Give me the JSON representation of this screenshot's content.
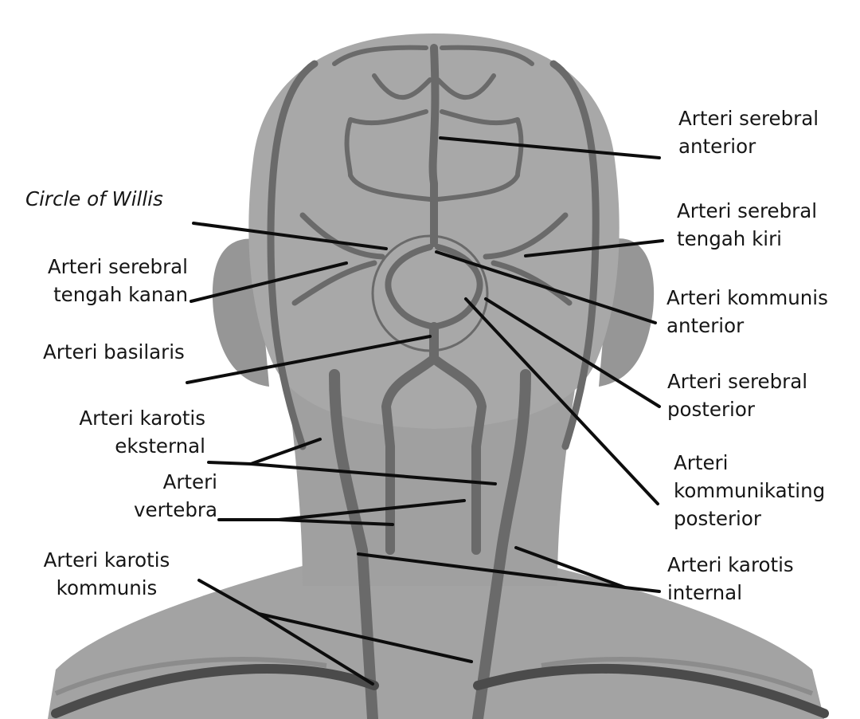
{
  "palette": {
    "head": "#a7a7a7",
    "head_light": "#b4b4b4",
    "neck_shade": "#9c9c9c",
    "ear": "#979797",
    "vessel": "#6a6a6a",
    "vessel_dark": "#4b4b4b",
    "leader": "#0d0d0d",
    "text": "#161616"
  },
  "labels": {
    "anterior_cerebral": [
      "Arteri serebral",
      "anterior"
    ],
    "circle_of_willis": "Circle of Willis",
    "middle_cerebral_left": [
      "Arteri serebral",
      "tengah kiri"
    ],
    "middle_cerebral_right": [
      "Arteri serebral",
      "tengah kanan"
    ],
    "anterior_communicating": [
      "Arteri kommunis",
      "anterior"
    ],
    "basilar": "Arteri basilaris",
    "posterior_cerebral": [
      "Arteri serebral",
      "posterior"
    ],
    "external_carotid": [
      "Arteri karotis",
      "eksternal"
    ],
    "posterior_communicating": [
      "Arteri",
      "kommunikating",
      "posterior"
    ],
    "vertebral": [
      "Arteri",
      "vertebra"
    ],
    "common_carotid": [
      "Arteri karotis",
      "kommunis"
    ],
    "internal_carotid": [
      "Arteri karotis",
      "internal"
    ]
  }
}
